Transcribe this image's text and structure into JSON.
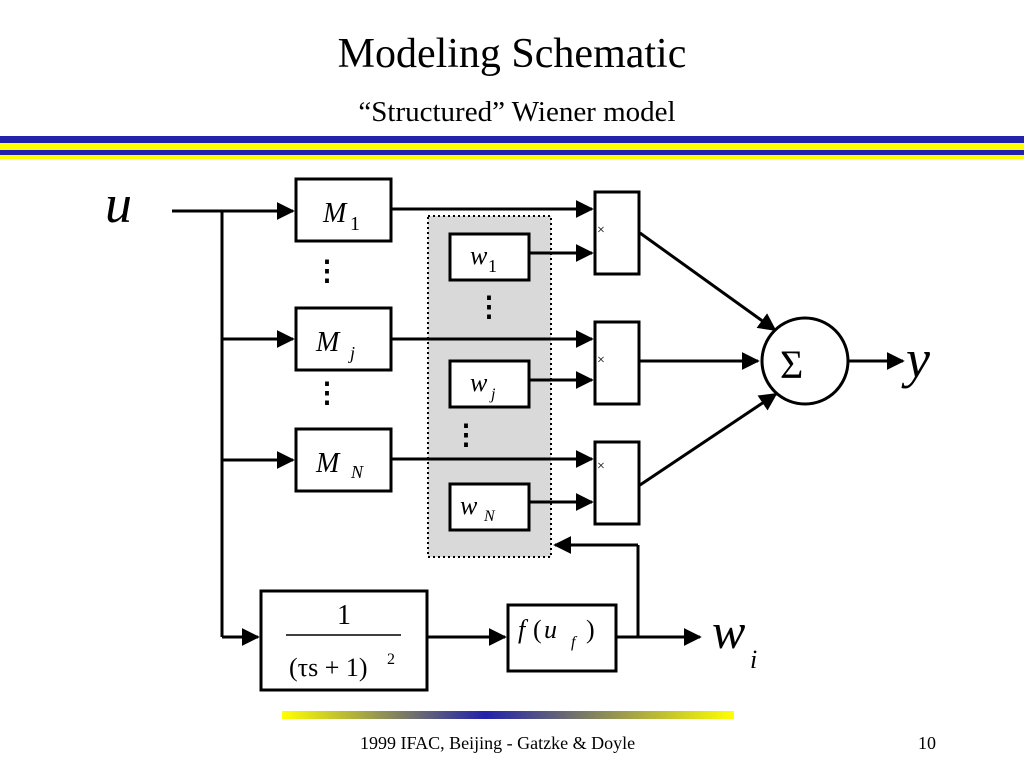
{
  "slide": {
    "title": "Modeling Schematic",
    "subtitle": "“Structured” Wiener model",
    "footer": "1999 IFAC, Beijing - Gatzke & Doyle",
    "page_number": "10"
  },
  "diagram": {
    "input": "u",
    "output": "y",
    "side_output": {
      "base": "w",
      "sub": "i"
    },
    "models": [
      {
        "base": "M",
        "sub": "1"
      },
      {
        "base": "M",
        "sub": "j"
      },
      {
        "base": "M",
        "sub": "N"
      }
    ],
    "weights": [
      {
        "base": "w",
        "sub": "1"
      },
      {
        "base": "w",
        "sub": "j"
      },
      {
        "base": "w",
        "sub": "N"
      }
    ],
    "multiplier_symbol": "×",
    "sum_symbol": "Σ",
    "filter": {
      "numerator": "1",
      "denominator": "(τs + 1)",
      "exponent": "2"
    },
    "nonlinearity": {
      "f": "f",
      "lparen": "(",
      "u": "u",
      "sub": "f",
      "rparen": ")"
    },
    "ellipsis": "⋮"
  },
  "colors": {
    "blue": "#2222aa",
    "yellow": "#ffff00",
    "box_fill": "#d9d9d9"
  }
}
